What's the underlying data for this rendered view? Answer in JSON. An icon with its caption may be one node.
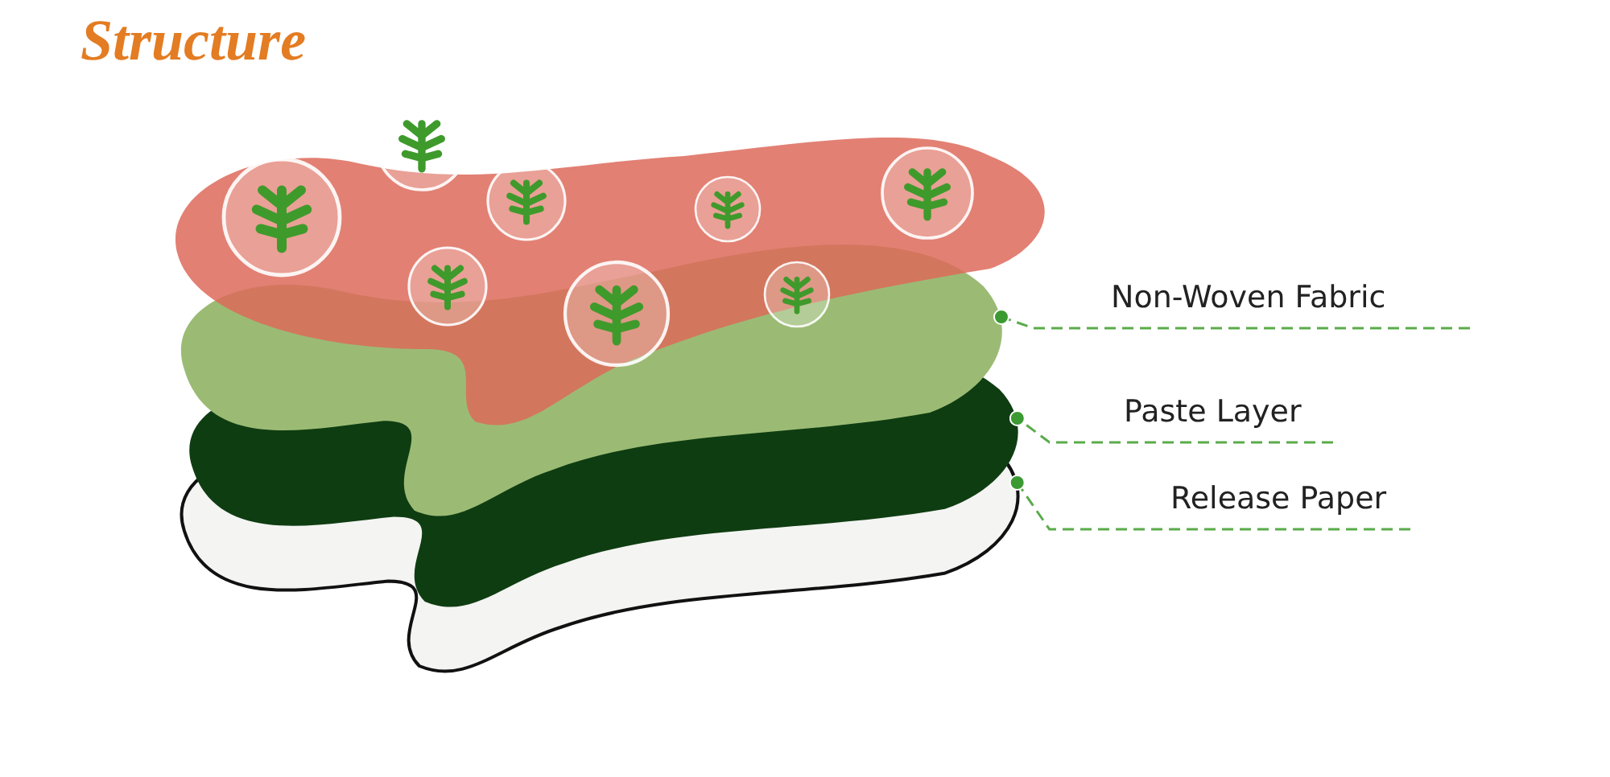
{
  "diagram": {
    "title": "Structure",
    "nodes": [
      {
        "text": [
          "Non-Woven Fabric"
        ]
      },
      {
        "text": [
          "Paste Layer"
        ]
      },
      {
        "text": [
          "Release Paper"
        ]
      }
    ],
    "edges": [
      {
        "from": 0,
        "to": null,
        "arrow": "other",
        "style": "dashed"
      },
      {
        "from": 1,
        "to": null,
        "arrow": "other",
        "style": "dashed"
      },
      {
        "from": 2,
        "to": null,
        "arrow": "other",
        "style": "dashed"
      }
    ]
  }
}
